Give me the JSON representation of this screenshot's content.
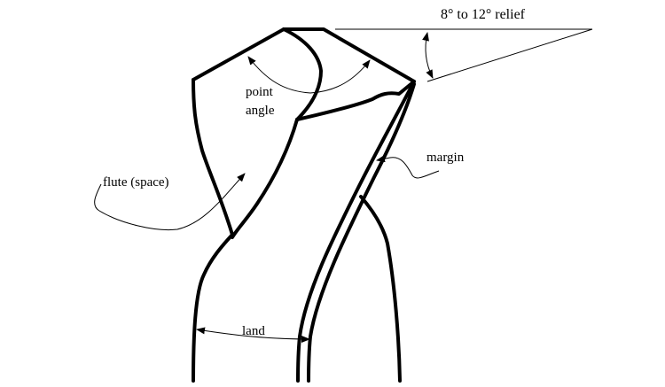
{
  "title": "Drill point geometry",
  "labels": {
    "relief": "8° to 12° relief",
    "point": "point",
    "angle": "angle",
    "margin": "margin",
    "flute": "flute (space)",
    "land": "land"
  },
  "colors": {
    "stroke": "#000000",
    "background": "#ffffff"
  }
}
